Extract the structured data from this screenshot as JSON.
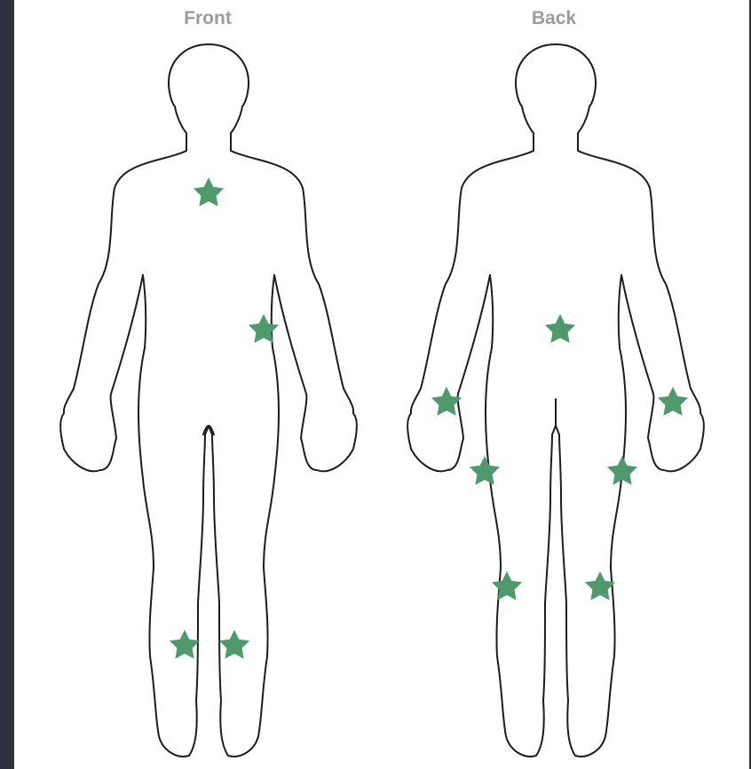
{
  "views": {
    "front": {
      "label": "Front"
    },
    "back": {
      "label": "Back"
    }
  },
  "colors": {
    "marker": "#4e9a6d",
    "outline": "#1c1c1c",
    "label": "#9b9b9b",
    "frame": "#2f3140"
  },
  "markers": {
    "front": [
      "chest",
      "left-hip",
      "right-knee",
      "left-knee"
    ],
    "back": [
      "lower-back",
      "right-wrist",
      "left-wrist",
      "right-thigh",
      "left-thigh",
      "right-knee",
      "left-knee"
    ]
  }
}
